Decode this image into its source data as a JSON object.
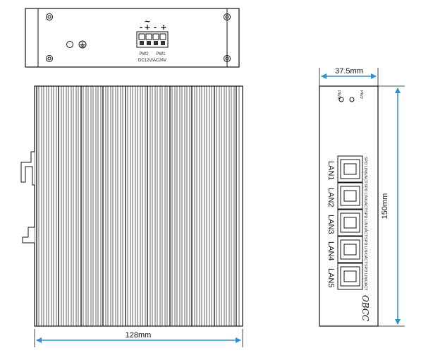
{
  "top_view": {
    "terminal_symbols": [
      "-",
      "+",
      "-",
      "+"
    ],
    "power_labels": [
      "PW2",
      "PW1"
    ],
    "voltage_label": "DC12V/AC24V",
    "ac_symbol": "~"
  },
  "front_view": {
    "led_labels": [
      "PWR",
      "PW2"
    ],
    "ports": [
      {
        "label": "LAN1",
        "indicator_label": "SPD LINK/ACT"
      },
      {
        "label": "LAN2",
        "indicator_label": "SPD LINK/ACT"
      },
      {
        "label": "LAN3",
        "indicator_label": "SPD LINK/ACT"
      },
      {
        "label": "LAN4",
        "indicator_label": "SPD LINK/ACT"
      },
      {
        "label": "LAN5",
        "indicator_label": "SPD LINK/ACT"
      }
    ],
    "logo_text": "OBCC"
  },
  "dimensions": {
    "width": "128mm",
    "depth": "37.5mm",
    "height": "150mm"
  }
}
